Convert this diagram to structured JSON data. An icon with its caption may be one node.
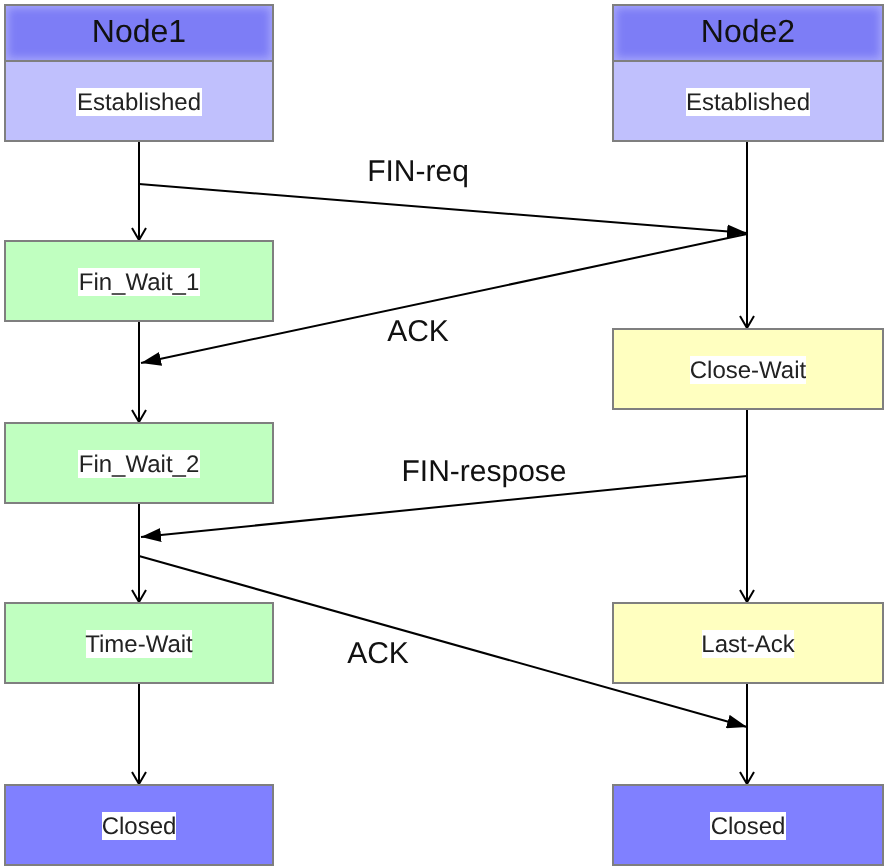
{
  "diagram": {
    "nodes": [
      {
        "text": [
          "Node1",
          "Established"
        ]
      },
      {
        "text": [
          "Node2",
          "Established"
        ]
      },
      {
        "text": [
          "Fin_Wait_1"
        ]
      },
      {
        "text": [
          "Close-Wait"
        ]
      },
      {
        "text": [
          "Fin_Wait_2"
        ]
      },
      {
        "text": [
          "Time-Wait"
        ]
      },
      {
        "text": [
          "Last-Ack"
        ]
      },
      {
        "text": [
          "Closed"
        ]
      },
      {
        "text": [
          "Closed"
        ]
      }
    ],
    "edges": [
      {
        "from": 0,
        "to": 2,
        "arrow": "to"
      },
      {
        "from": 2,
        "to": 4,
        "arrow": "to"
      },
      {
        "from": 4,
        "to": 5,
        "arrow": "to"
      },
      {
        "from": 5,
        "to": 7,
        "arrow": "to"
      },
      {
        "from": 1,
        "to": 3,
        "arrow": "to"
      },
      {
        "from": 3,
        "to": 6,
        "arrow": "to"
      },
      {
        "from": 6,
        "to": 8,
        "arrow": "to"
      },
      {
        "from": 0,
        "to": 1,
        "arrow": "to",
        "label": "FIN-req"
      },
      {
        "from": 1,
        "to": 2,
        "arrow": "to",
        "label": "ACK"
      },
      {
        "from": 3,
        "to": 4,
        "arrow": "to",
        "label": "FIN-respose"
      },
      {
        "from": null,
        "to": 6,
        "arrow": "to",
        "label": "ACK"
      }
    ]
  }
}
